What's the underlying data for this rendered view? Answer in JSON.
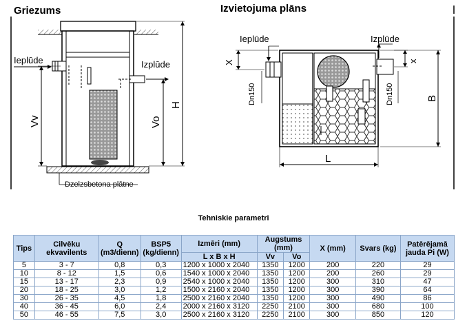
{
  "section_view": {
    "title": "Griezums",
    "inlet_label": "Ieplūde",
    "outlet_label": "Izplūde",
    "vv_label": "Vv",
    "vo_label": "Vo",
    "h_label": "H",
    "base_label": "Dzelzsbetona plātne"
  },
  "plan_view": {
    "title": "Izvietojuma plāns",
    "inlet_label": "Ieplūde",
    "outlet_label": "Izplūde",
    "x_left_label": "X",
    "x_right_label": "x",
    "dn_left_label": "Dn150",
    "dn_right_label": "Dn150",
    "b_label": "B",
    "l_label": "L"
  },
  "params": {
    "title": "Tehniskie parametri",
    "headers": {
      "tips": "Tips",
      "cilveku": "Cilvēku ekvavilents",
      "q": "Q (m3/dienn)",
      "bsp": "BSP5 (kg/dienn)",
      "izmeri": "Izmēri (mm)",
      "izmeri_sub": "L x B x H",
      "augstums": "Augstums (mm)",
      "vv": "Vv",
      "vo": "Vo",
      "x": "X (mm)",
      "svars": "Svars (kg)",
      "jauda": "Patērējamā jauda Pi (W)"
    },
    "rows": [
      {
        "tips": "5",
        "cilveki": "3 - 7",
        "q": "0,8",
        "bsp": "0,3",
        "izmeri": "1200 x 1000 x 2040",
        "vv": "1350",
        "vo": "1200",
        "x": "200",
        "svars": "220",
        "jauda": "29"
      },
      {
        "tips": "10",
        "cilveki": "8 - 12",
        "q": "1,5",
        "bsp": "0,6",
        "izmeri": "1540 x 1000 x 2040",
        "vv": "1350",
        "vo": "1200",
        "x": "200",
        "svars": "260",
        "jauda": "29"
      },
      {
        "tips": "15",
        "cilveki": "13 - 17",
        "q": "2,3",
        "bsp": "0,9",
        "izmeri": "2540 x 1000 x 2040",
        "vv": "1350",
        "vo": "1200",
        "x": "300",
        "svars": "310",
        "jauda": "47"
      },
      {
        "tips": "20",
        "cilveki": "18 - 25",
        "q": "3,0",
        "bsp": "1,2",
        "izmeri": "1500 x 2160 x 2040",
        "vv": "1350",
        "vo": "1200",
        "x": "300",
        "svars": "390",
        "jauda": "64"
      },
      {
        "tips": "30",
        "cilveki": "26 - 35",
        "q": "4,5",
        "bsp": "1,8",
        "izmeri": "2500 x 2160 x 2040",
        "vv": "1350",
        "vo": "1200",
        "x": "300",
        "svars": "490",
        "jauda": "86"
      },
      {
        "tips": "40",
        "cilveki": "36 - 45",
        "q": "6,0",
        "bsp": "2,4",
        "izmeri": "2000 x 2160 x 3120",
        "vv": "2250",
        "vo": "2100",
        "x": "300",
        "svars": "680",
        "jauda": "100"
      },
      {
        "tips": "50",
        "cilveki": "46 - 55",
        "q": "7,5",
        "bsp": "3,0",
        "izmeri": "2500 x 2160 x 3120",
        "vv": "2250",
        "vo": "2100",
        "x": "300",
        "svars": "850",
        "jauda": "120"
      }
    ]
  }
}
